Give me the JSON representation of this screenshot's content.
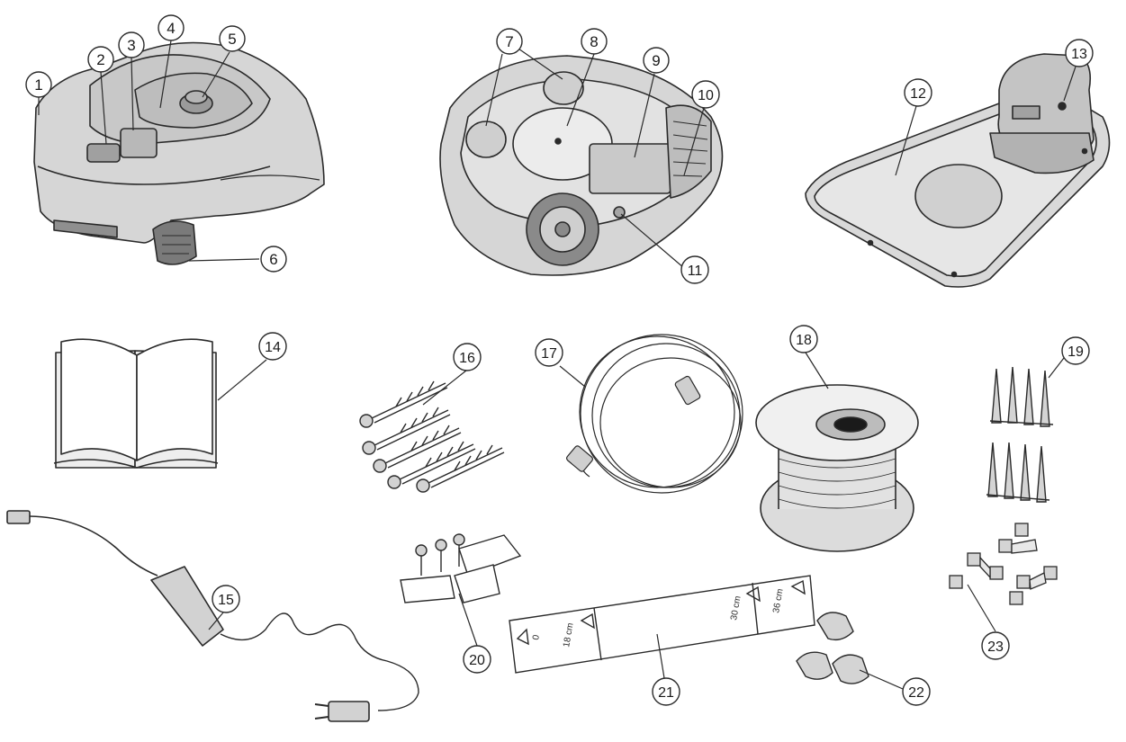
{
  "callouts": [
    {
      "label": "1"
    },
    {
      "label": "2"
    },
    {
      "label": "3"
    },
    {
      "label": "4"
    },
    {
      "label": "5"
    },
    {
      "label": "6"
    },
    {
      "label": "7"
    },
    {
      "label": "8"
    },
    {
      "label": "9"
    },
    {
      "label": "10"
    },
    {
      "label": "11"
    },
    {
      "label": "12"
    },
    {
      "label": "13"
    },
    {
      "label": "14"
    },
    {
      "label": "15"
    },
    {
      "label": "16"
    },
    {
      "label": "17"
    },
    {
      "label": "18"
    },
    {
      "label": "19"
    },
    {
      "label": "20"
    },
    {
      "label": "21"
    },
    {
      "label": "22"
    },
    {
      "label": "23"
    }
  ],
  "gauge": {
    "mark_left": "18 cm",
    "mark_mid": "30 cm",
    "mark_right": "36 cm",
    "mark_zero": "0"
  },
  "colors": {
    "body_fill": "#d6d6d6",
    "body_dark": "#a8a8a8",
    "outline": "#2a2a2a",
    "callout_fill": "#ffffff"
  }
}
